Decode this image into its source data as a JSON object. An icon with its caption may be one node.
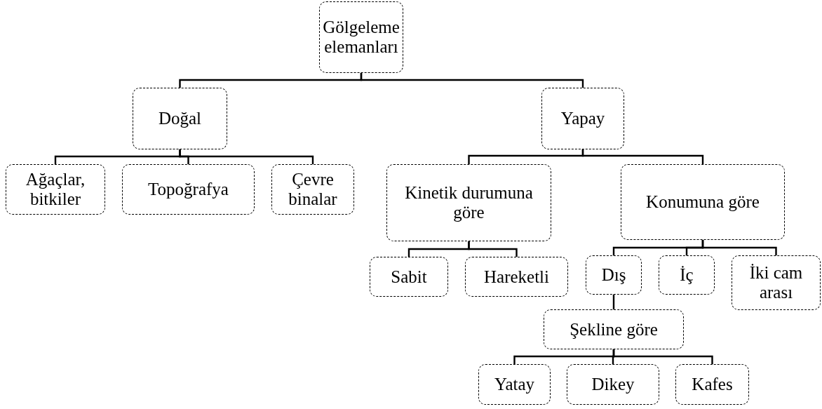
{
  "diagram": {
    "nodes": [
      {
        "text": [
          "Gölgeleme elemanları"
        ]
      },
      {
        "text": [
          "Doğal"
        ]
      },
      {
        "text": [
          "Yapay"
        ]
      },
      {
        "text": [
          "Ağaçlar, bitkiler"
        ]
      },
      {
        "text": [
          "Topoğrafya"
        ]
      },
      {
        "text": [
          "Çevre binalar"
        ]
      },
      {
        "text": [
          "Kinetik durumuna göre"
        ]
      },
      {
        "text": [
          "Konumuna göre"
        ]
      },
      {
        "text": [
          "Sabit"
        ]
      },
      {
        "text": [
          "Hareketli"
        ]
      },
      {
        "text": [
          "Dış"
        ]
      },
      {
        "text": [
          "İç"
        ]
      },
      {
        "text": [
          "İki cam arası"
        ]
      },
      {
        "text": [
          "Şekline göre"
        ]
      },
      {
        "text": [
          "Yatay"
        ]
      },
      {
        "text": [
          "Dikey"
        ]
      },
      {
        "text": [
          "Kafes"
        ]
      }
    ],
    "edges": [
      {
        "from": 0,
        "to": 1,
        "arrow": "none"
      },
      {
        "from": 0,
        "to": 2,
        "arrow": "none"
      },
      {
        "from": 1,
        "to": 3,
        "arrow": "none"
      },
      {
        "from": 1,
        "to": 4,
        "arrow": "none"
      },
      {
        "from": 1,
        "to": 5,
        "arrow": "none"
      },
      {
        "from": 2,
        "to": 6,
        "arrow": "none"
      },
      {
        "from": 2,
        "to": 7,
        "arrow": "none"
      },
      {
        "from": 6,
        "to": 8,
        "arrow": "none"
      },
      {
        "from": 6,
        "to": 9,
        "arrow": "none"
      },
      {
        "from": 7,
        "to": 10,
        "arrow": "none"
      },
      {
        "from": 7,
        "to": 11,
        "arrow": "none"
      },
      {
        "from": 7,
        "to": 12,
        "arrow": "none"
      },
      {
        "from": 10,
        "to": 13,
        "arrow": "none"
      },
      {
        "from": 13,
        "to": 14,
        "arrow": "none"
      },
      {
        "from": 13,
        "to": 15,
        "arrow": "none"
      },
      {
        "from": 13,
        "to": 16,
        "arrow": "none"
      }
    ]
  }
}
